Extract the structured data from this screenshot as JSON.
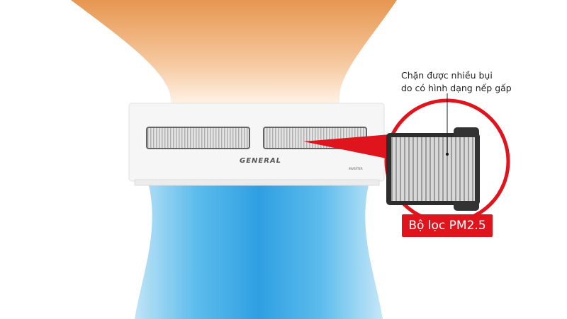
{
  "annotation": {
    "line1": "Chặn được nhiều bụi",
    "line2": "do có hình dạng nếp gấp"
  },
  "badge": {
    "label": "Bộ lọc PM2.5"
  },
  "unit": {
    "brand": "GENERAL",
    "model_tag": "INVERTER"
  },
  "colors": {
    "accent": "#e0141c",
    "warm_air": "#f0a868",
    "cool_air": "#3aa8e6"
  }
}
